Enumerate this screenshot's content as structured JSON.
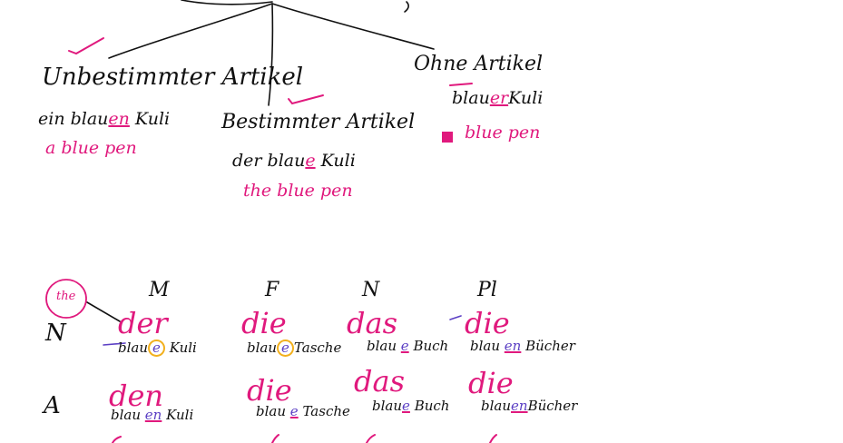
{
  "colors": {
    "ink": "#111111",
    "pink": "#e0197d",
    "purple": "#5b3fc4",
    "yellow": "#f2b01e"
  },
  "tree": {
    "branches": [
      {
        "heading": "Unbestimmter Artikel",
        "example": {
          "pre": "ein blau",
          "ending": "en",
          "post": " Kuli"
        },
        "translation": "a blue pen"
      },
      {
        "heading": "Bestimmter Artikel",
        "example": {
          "pre": "der blau",
          "ending": "e",
          "post": " Kuli"
        },
        "translation": "the blue pen"
      },
      {
        "heading": "Ohne Artikel",
        "example": {
          "pre": "blau",
          "ending": "er",
          "post": "Kuli"
        },
        "translation": "blue pen"
      }
    ]
  },
  "table": {
    "circled_label": "the",
    "columns": [
      "M",
      "F",
      "N",
      "Pl"
    ],
    "rows": [
      {
        "case": "N",
        "cells": [
          {
            "article": "der",
            "pre": "blau",
            "ending": "e",
            "noun": "Kuli"
          },
          {
            "article": "die",
            "pre": "blau",
            "ending": "e",
            "noun": "Tasche"
          },
          {
            "article": "das",
            "pre": "blau",
            "ending": "e",
            "noun": "Buch"
          },
          {
            "article": "die",
            "pre": "blau",
            "ending": "en",
            "noun": "Bücher"
          }
        ]
      },
      {
        "case": "A",
        "cells": [
          {
            "article": "den",
            "pre": "blau",
            "ending": "en",
            "noun": "Kuli"
          },
          {
            "article": "die",
            "pre": "blau",
            "ending": "e",
            "noun": "Tasche"
          },
          {
            "article": "das",
            "pre": "blau",
            "ending": "e",
            "noun": "Buch"
          },
          {
            "article": "die",
            "pre": "blau",
            "ending": "en",
            "noun": "Bücher"
          }
        ]
      }
    ]
  }
}
